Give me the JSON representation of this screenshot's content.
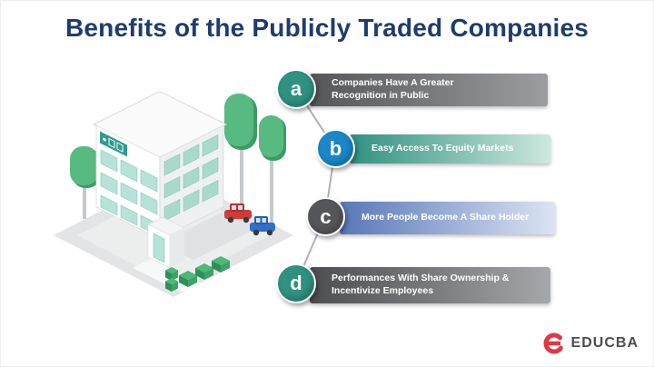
{
  "title": "Benefits of the Publicly Traded Companies",
  "title_color": "#1e3c6e",
  "benefits": [
    {
      "letter": "a",
      "text": "Companies Have A Greater Recognition in Public",
      "circle_color": "#2f9180",
      "banner_start": "#55565a",
      "banner_end": "#9b9da1"
    },
    {
      "letter": "b",
      "text": "Easy Access To Equity Markets",
      "circle_color": "#1b86c8",
      "banner_start": "#2f9180",
      "banner_end": "#cde8de"
    },
    {
      "letter": "c",
      "text": "More People Become A Share Holder",
      "circle_color": "#55565a",
      "banner_start": "#5877b6",
      "banner_end": "#dce4f3"
    },
    {
      "letter": "d",
      "text": "Performances With Share Ownership & Incentivize Employees",
      "circle_color": "#2f9180",
      "banner_start": "#4c4d50",
      "banner_end": "#a5a7aa"
    }
  ],
  "illustration": {
    "name": "isometric-office-building"
  },
  "logo": {
    "text": "EDUCBA",
    "accent_color": "#e23744",
    "text_color": "#4d4d4f"
  }
}
